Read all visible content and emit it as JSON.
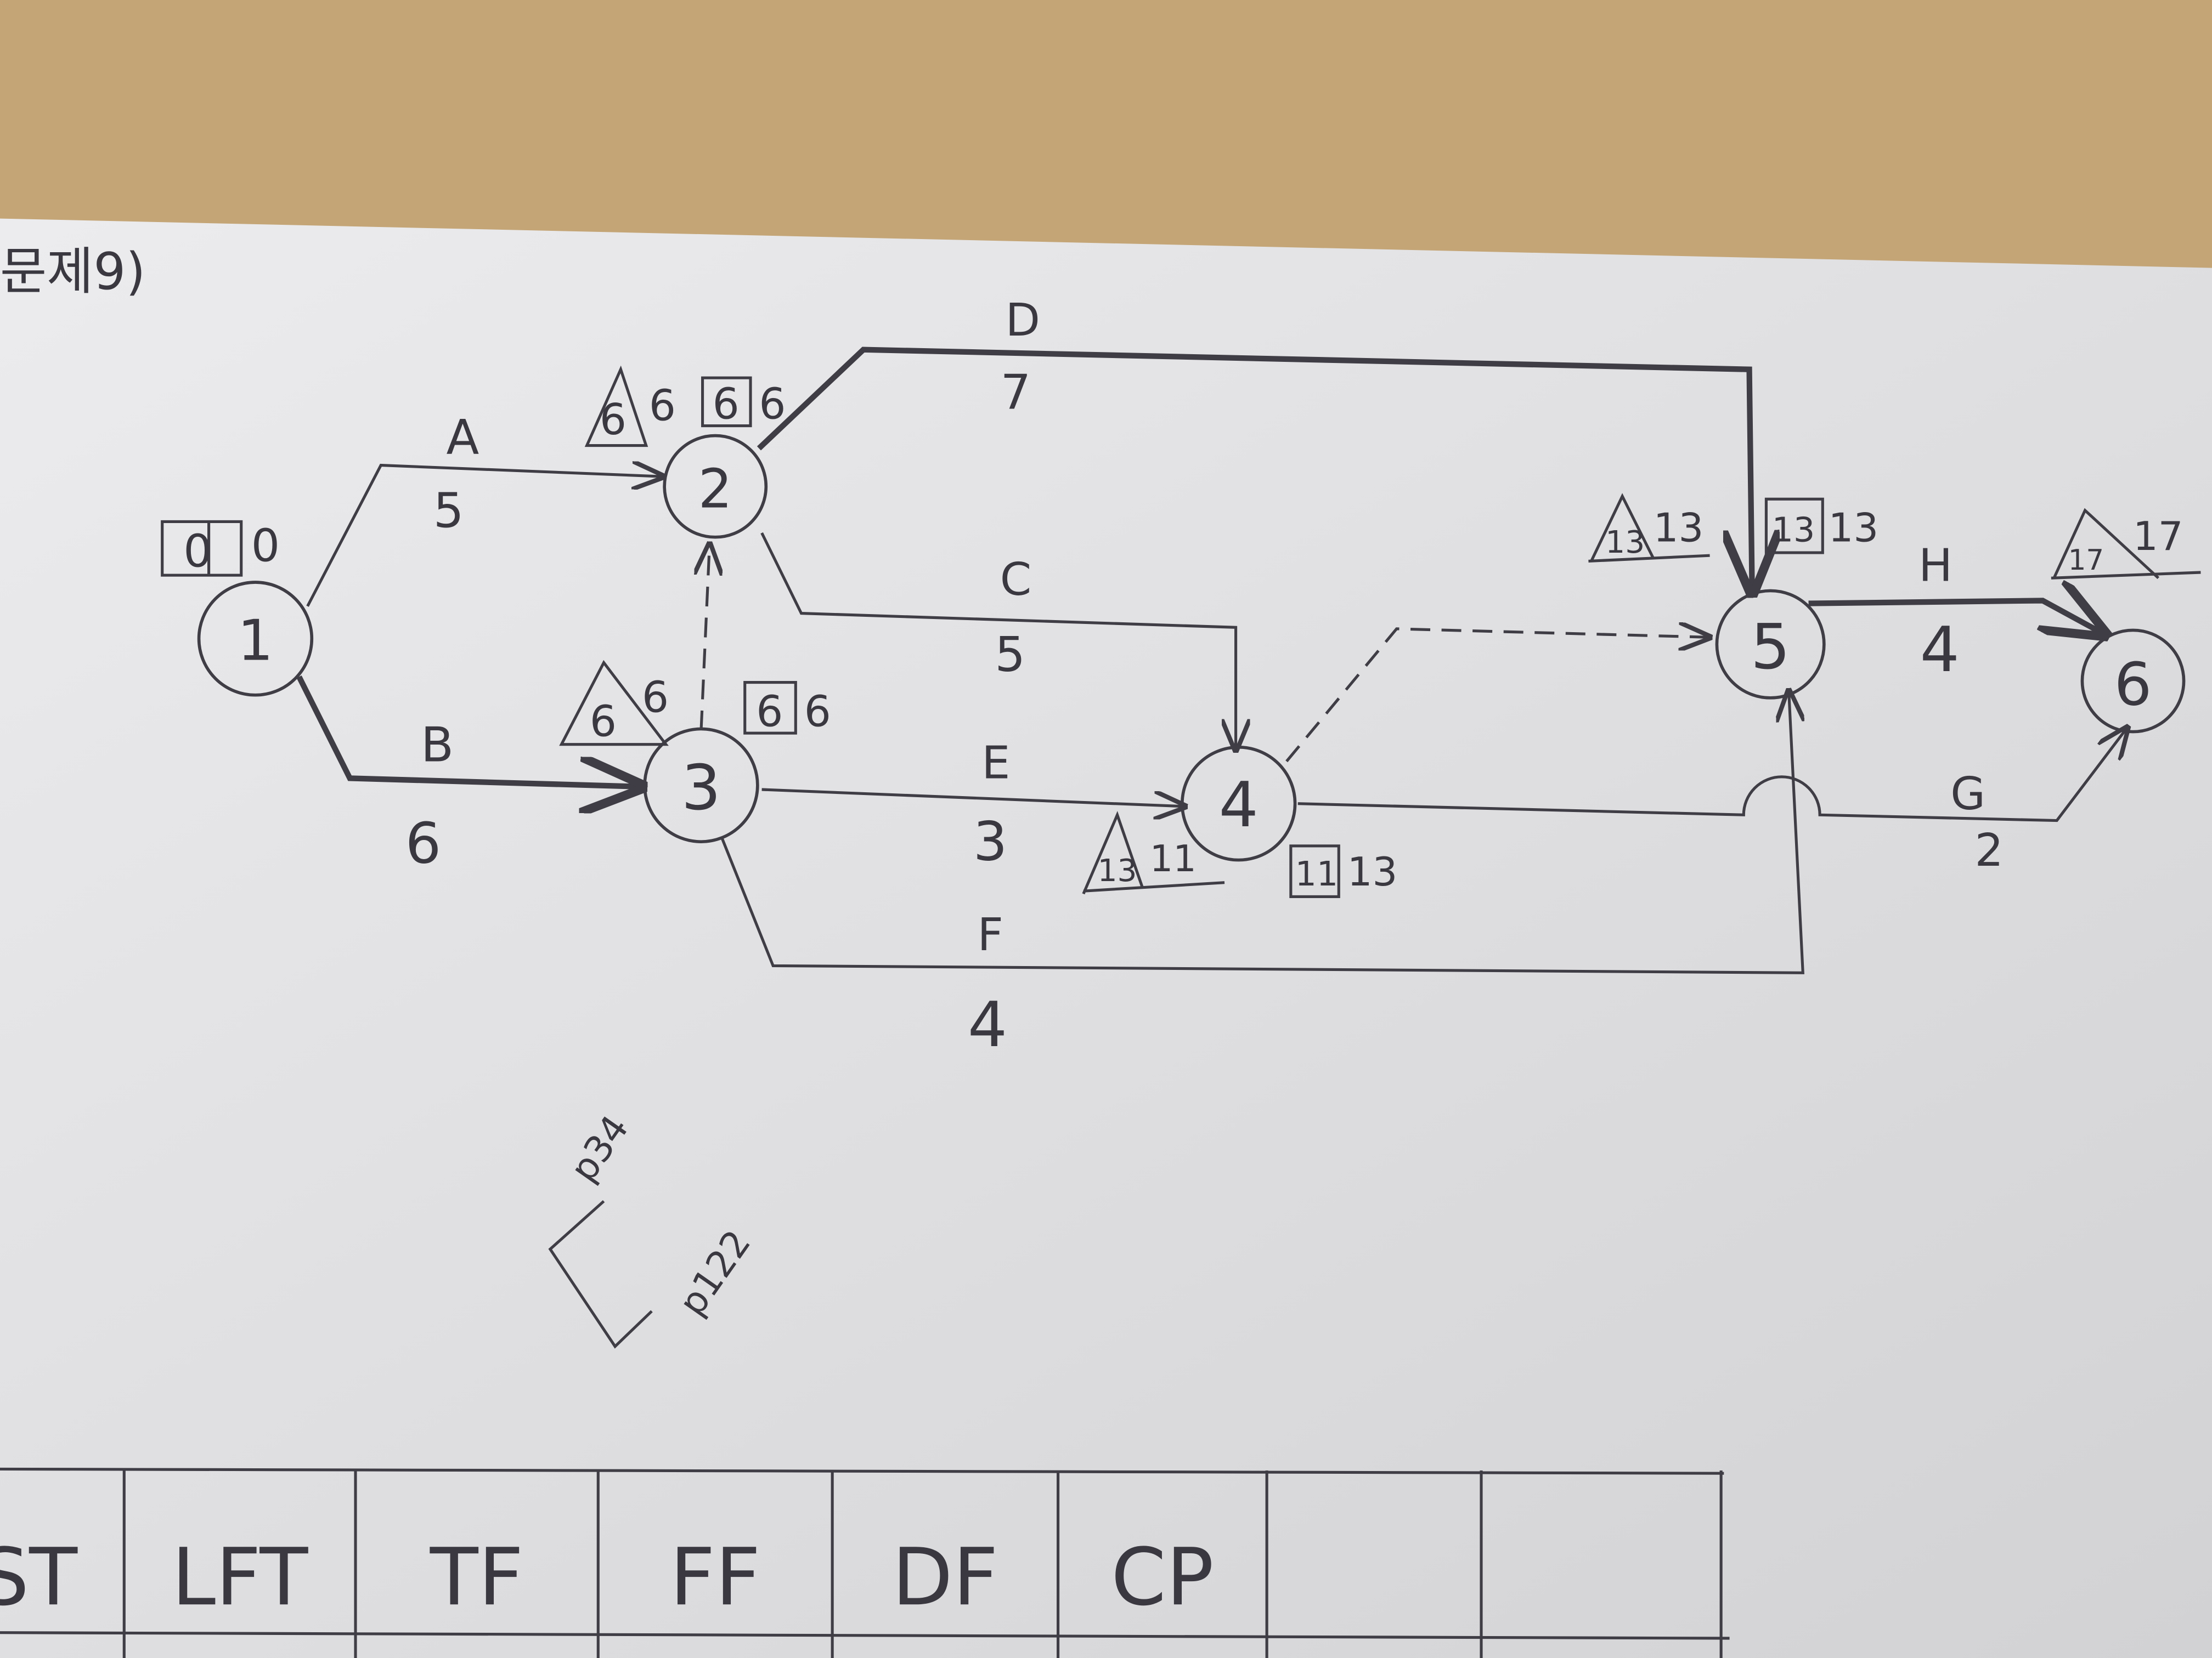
{
  "title": "문제9)",
  "nodes": [
    {
      "id": "1",
      "est": "0",
      "eft": "0"
    },
    {
      "id": "2",
      "tri_a": "6",
      "tri_b": "6",
      "box_a": "6",
      "box_b": "6"
    },
    {
      "id": "3",
      "tri_a": "6",
      "tri_b": "6",
      "box_a": "6",
      "box_b": "6"
    },
    {
      "id": "4",
      "tri_a": "13",
      "tri_b": "11",
      "box_a": "11",
      "box_b": "13"
    },
    {
      "id": "5",
      "tri_a": "13",
      "tri_b": "13",
      "box_a": "13",
      "box_b": "13"
    },
    {
      "id": "6",
      "tri_a": "17",
      "tri_b": "17"
    }
  ],
  "activities": [
    {
      "name": "A",
      "duration": "5"
    },
    {
      "name": "B",
      "duration": "6"
    },
    {
      "name": "C",
      "duration": "5"
    },
    {
      "name": "D",
      "duration": "7"
    },
    {
      "name": "E",
      "duration": "3"
    },
    {
      "name": "F",
      "duration": "4"
    },
    {
      "name": "G",
      "duration": "2"
    },
    {
      "name": "H",
      "duration": "4"
    }
  ],
  "notes": [
    "p34",
    "p122"
  ],
  "table_headers": [
    "ST",
    "LFT",
    "TF",
    "FF",
    "DF",
    "CP",
    "",
    ""
  ],
  "colors": {
    "paper": "#e6e6e8",
    "wood": "#c4a576",
    "ink": "#3f3d45"
  }
}
